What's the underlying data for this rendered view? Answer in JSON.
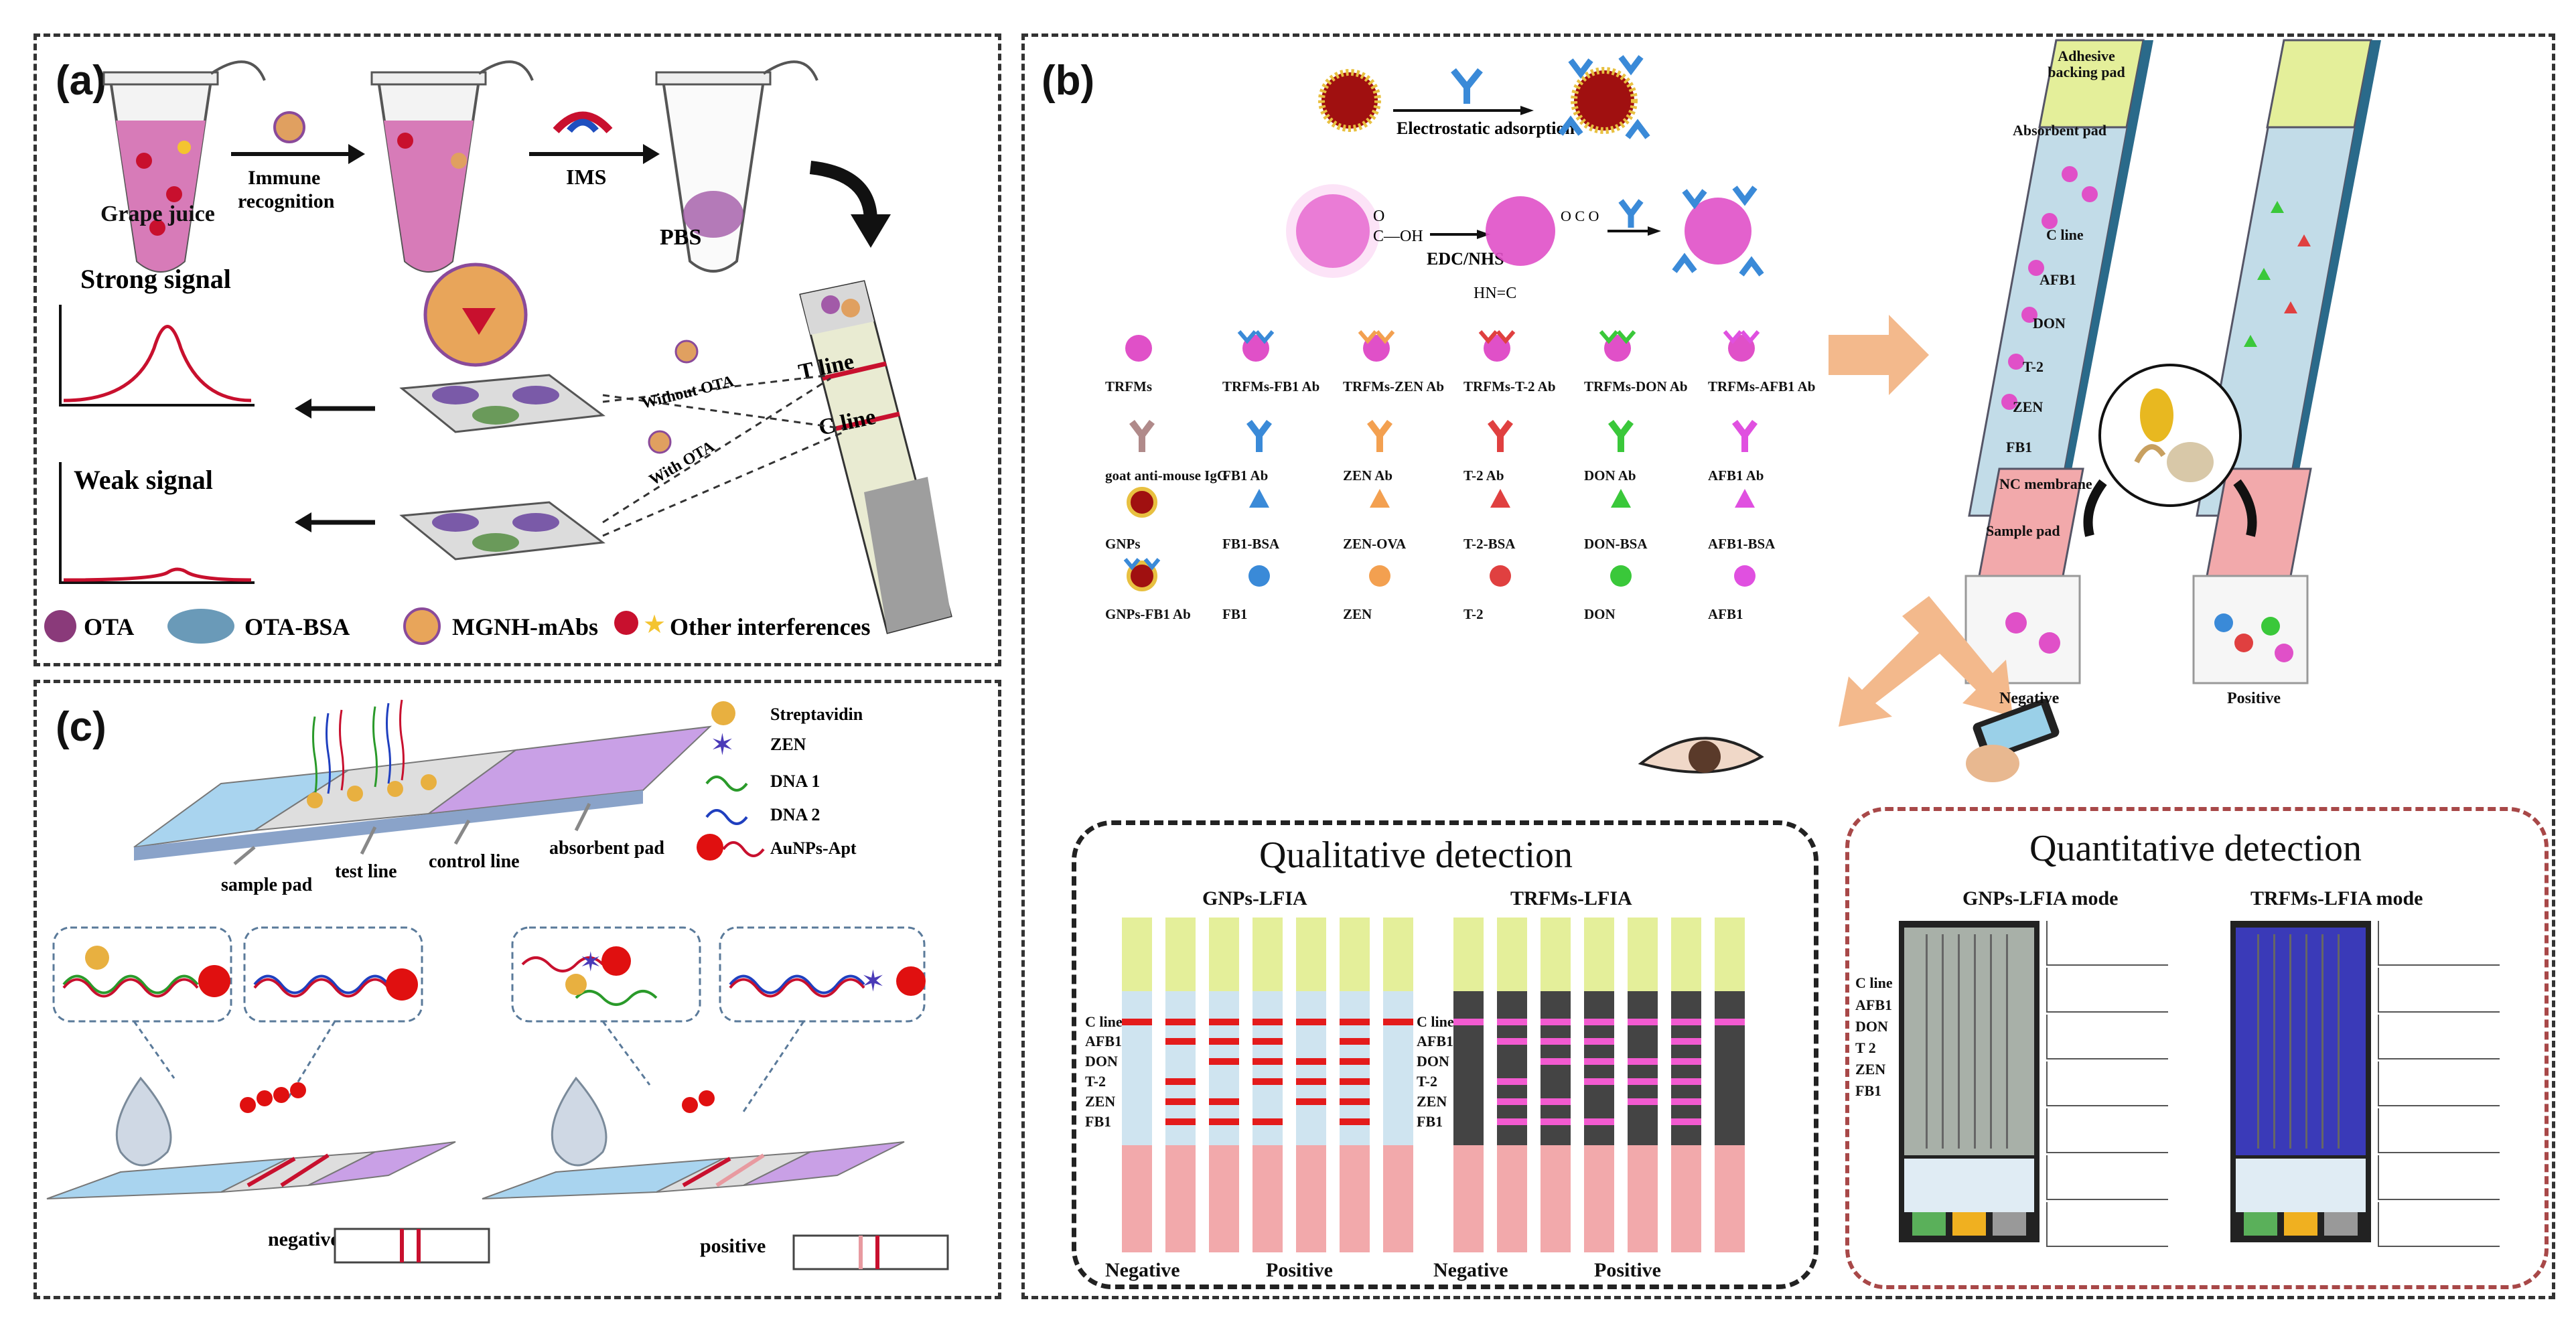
{
  "panel_a": {
    "label": "(a)",
    "grape_juice": "Grape juice",
    "immune": "Immune\nrecognition",
    "ims": "IMS",
    "pbs": "PBS",
    "strong_signal": "Strong signal",
    "weak_signal": "Weak signal",
    "without_ota": "Without OTA",
    "with_ota": "With OTA",
    "t_line": "T line",
    "c_line": "C line",
    "legend": [
      "OTA",
      "OTA-BSA",
      "MGNH-mAbs",
      "Other interferences"
    ]
  },
  "panel_b": {
    "label": "(b)",
    "electrostatic": "Electrostatic adsorption",
    "edc": "EDC/NHS",
    "cooh": "C—OH",
    "hn": "HN=C",
    "strip_labels": [
      "Adhesive backing pad",
      "Absorbent pad",
      "C line",
      "AFB1",
      "DON",
      "T-2",
      "ZEN",
      "FB1",
      "NC membrane",
      "Sample pad"
    ],
    "row1": [
      "TRFMs",
      "TRFMs-FB1 Ab",
      "TRFMs-ZEN Ab",
      "TRFMs-T-2 Ab",
      "TRFMs-DON Ab",
      "TRFMs-AFB1 Ab"
    ],
    "row2": [
      "goat anti-mouse IgG",
      "FB1 Ab",
      "ZEN Ab",
      "T-2 Ab",
      "DON Ab",
      "AFB1 Ab"
    ],
    "row3": [
      "GNPs",
      "FB1-BSA",
      "ZEN-OVA",
      "T-2-BSA",
      "DON-BSA",
      "AFB1-BSA"
    ],
    "row4": [
      "GNPs-FB1 Ab",
      "FB1",
      "ZEN",
      "T-2",
      "DON",
      "AFB1"
    ],
    "negative": "Negative",
    "positive": "Positive",
    "qualitative": "Qualitative detection",
    "quantitative": "Quantitative detection",
    "gnps_lfia": "GNPs-LFIA",
    "trfms_lfia": "TRFMs-LFIA",
    "gnps_mode": "GNPs-LFIA mode",
    "trfms_mode": "TRFMs-LFIA mode",
    "qual_lines": [
      "C line",
      "AFB1",
      "DON",
      "T-2",
      "ZEN",
      "FB1"
    ],
    "quant_lines": [
      "C line",
      "AFB1",
      "DON",
      "T 2",
      "ZEN",
      "FB1"
    ],
    "neg_label": "Negative",
    "pos_label": "Positive"
  },
  "panel_c": {
    "label": "(c)",
    "legend": [
      "Streptavidin",
      "ZEN",
      "DNA 1",
      "DNA 2",
      "AuNPs-Apt"
    ],
    "sample_pad": "sample pad",
    "test_line": "test line",
    "control_line": "control line",
    "absorbent_pad": "absorbent pad",
    "negative": "negative",
    "positive": "positive"
  },
  "colors": {
    "red": "#c8102e",
    "magenta": "#d63ad6",
    "pad_blue": "#a9d4ef",
    "pad_purple": "#c9a0e6",
    "strip_green": "#e4ef9a",
    "strip_pink": "#f2a9ab",
    "orange_arrow": "#f3b98c"
  }
}
